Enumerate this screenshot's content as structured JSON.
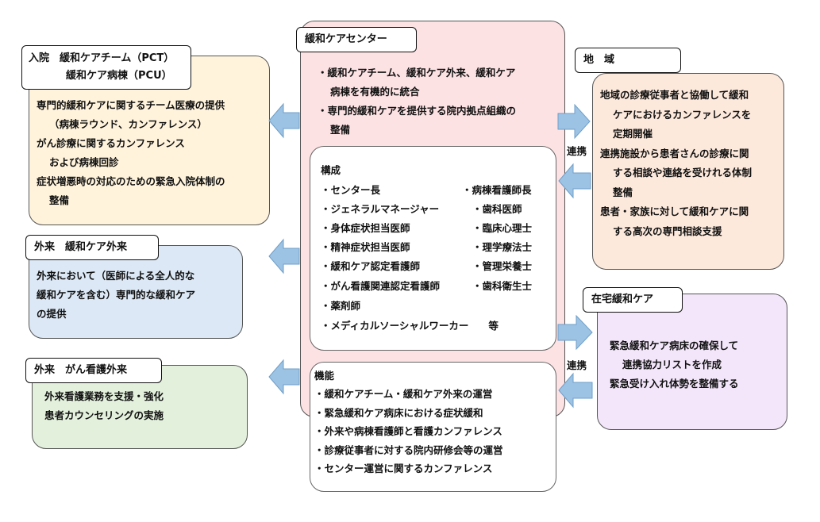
{
  "center": {
    "title": "緩和ケアセンター",
    "bullets": [
      "・緩和ケアチーム、緩和ケア外来、緩和ケア",
      "病棟を有機的に統合",
      "・専門的緩和ケアを提供する院内拠点組織の",
      "整備"
    ]
  },
  "structure": {
    "heading": "構成",
    "left": [
      "・センター長",
      "・ジェネラルマネージャー",
      "・身体症状担当医師",
      "・精神症状担当医師",
      "・緩和ケア認定看護師",
      "・がん看護関連認定看護師",
      "・薬剤師",
      "・メディカルソーシャルワーカー　　等"
    ],
    "right": [
      "・病棟看護師長",
      "・歯科医師",
      "・臨床心理士",
      "・理学療法士",
      "・管理栄養士",
      "・歯科衛生士"
    ]
  },
  "function": {
    "heading": "機能",
    "items": [
      "・緩和ケアチーム・緩和ケア外来の運営",
      "・緊急緩和ケア病床における症状緩和",
      "・外来や病棟看護師と看護カンファレンス",
      "・診療従事者に対する院内研修会等の運営",
      "・センター運営に関するカンファレンス"
    ]
  },
  "inpatient": {
    "label_line1": "入院　緩和ケアチーム（PCT）",
    "label_line2": "緩和ケア病棟（PCU）",
    "lines": [
      "専門的緩和ケアに関するチーム医療の提供",
      "（病棟ラウンド、カンファレンス）",
      "がん診療に関するカンファレンス",
      "および病棟回診",
      "症状増悪時の対応のための緊急入院体制の",
      "整備"
    ]
  },
  "outpatient_pc": {
    "label": "外来　緩和ケア外来",
    "lines": [
      "外来において（医師による全人的な",
      "緩和ケアを含む）専門的な緩和ケア",
      "の提供"
    ]
  },
  "outpatient_nursing": {
    "label": "外来　がん看護外来",
    "lines": [
      "外来看護業務を支援・強化",
      "患者カウンセリングの実施"
    ]
  },
  "community": {
    "label": "地　域",
    "lines": [
      "地域の診療従事者と協働して緩和",
      "ケアにおけるカンファレンスを",
      "定期開催",
      "連携施設から患者さんの診療に関",
      "する相談や連絡を受けれる体制",
      "整備",
      "患者・家族に対して緩和ケアに関",
      "する高次の専門相談支援"
    ]
  },
  "homecare": {
    "label": "在宅緩和ケア",
    "lines": [
      "緊急緩和ケア病床の確保して",
      "連携協力リストを作成",
      "緊急受け入れ体勢を整備する"
    ]
  },
  "connector_label": "連携",
  "colors": {
    "center_fill": "#fde2e4",
    "inpatient_fill": "#fff3dc",
    "outpatient_pc_fill": "#dce8f5",
    "outpatient_nursing_fill": "#e3f0dc",
    "community_fill": "#fde9dc",
    "homecare_fill": "#f3e6fa",
    "arrow_fill": "#9cc3e4",
    "arrow_stroke": "#6f9fc9"
  }
}
